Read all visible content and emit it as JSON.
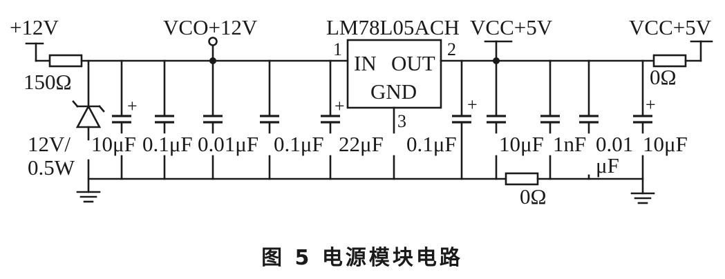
{
  "power": {
    "input_12v": "+12V",
    "vco_12v": "VCO+12V",
    "vcc_5v_left": "VCC+5V",
    "vcc_5v_right": "VCC+5V"
  },
  "regulator": {
    "part_number": "LM78L05ACH",
    "in_label": "IN",
    "out_label": "OUT",
    "gnd_label": "GND",
    "pin1": "1",
    "pin2": "2",
    "pin3": "3"
  },
  "resistors": {
    "r_input": "150Ω",
    "r_output_top": "0Ω",
    "r_ground": "0Ω"
  },
  "zener": {
    "line1": "12V/",
    "line2": "0.5W"
  },
  "capacitors": {
    "c1": "10μF",
    "c2": "0.1μF",
    "c3": "0.01μF",
    "c4": "0.1μF",
    "c5": "22μF",
    "c6": "0.1μF",
    "c7": "10μF",
    "c8": "1nF",
    "c9_line1": "0.01",
    "c9_line2": "μF",
    "c10": "10μF",
    "polarity_mark": "+"
  },
  "caption": "图 5   电源模块电路"
}
